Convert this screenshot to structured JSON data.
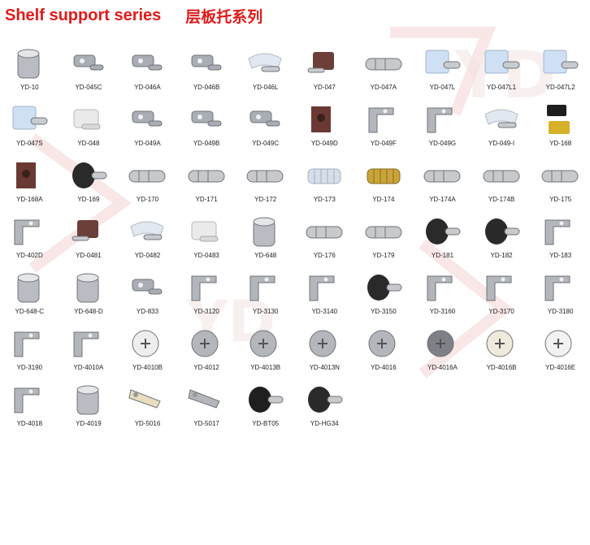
{
  "header": {
    "title_en": "Shelf support series",
    "title_cn": "层板托系列"
  },
  "rows": [
    {
      "items": [
        {
          "code": "YD-10",
          "icon": "metal-tube-icon",
          "color": "#b9bcc2"
        },
        {
          "code": "YD-045C",
          "icon": "pin-clip-icon",
          "color": "#a9adb5"
        },
        {
          "code": "YD-046A",
          "icon": "pin-clip-icon",
          "color": "#a9adb5"
        },
        {
          "code": "YD-046B",
          "icon": "pin-clip-icon",
          "color": "#a9adb5"
        },
        {
          "code": "YD-046L",
          "icon": "clear-support-icon",
          "color": "#dfe6ef"
        },
        {
          "code": "YD-047",
          "icon": "brown-block-icon",
          "color": "#6c3f39"
        },
        {
          "code": "YD-047A",
          "icon": "metal-pin-icon",
          "color": "#c7c9cc"
        },
        {
          "code": "YD-047L",
          "icon": "clear-cube-icon",
          "color": "#cfe0f5"
        },
        {
          "code": "YD-047L1",
          "icon": "clear-cube-icon",
          "color": "#cfe0f5"
        },
        {
          "code": "YD-047L2",
          "icon": "clear-cube-icon",
          "color": "#cfe0f5"
        }
      ]
    },
    {
      "items": [
        {
          "code": "YD-047S",
          "icon": "clear-cube-icon",
          "color": "#cfe0f5"
        },
        {
          "code": "YD-048",
          "icon": "white-clip-icon",
          "color": "#eaeaea"
        },
        {
          "code": "YD-049A",
          "icon": "pin-clip-icon",
          "color": "#a9adb5"
        },
        {
          "code": "YD-049B",
          "icon": "pin-clip-icon",
          "color": "#a9adb5"
        },
        {
          "code": "YD-049C",
          "icon": "pin-clip-icon",
          "color": "#a9adb5"
        },
        {
          "code": "YD-049D",
          "icon": "brown-bracket-icon",
          "color": "#6a3933"
        },
        {
          "code": "YD-049F",
          "icon": "metal-bracket-icon",
          "color": "#b3b6bb"
        },
        {
          "code": "YD-049G",
          "icon": "metal-bracket-icon",
          "color": "#b3b6bb"
        },
        {
          "code": "YD-049-I",
          "icon": "clear-support-icon",
          "color": "#dfe6ef"
        },
        {
          "code": "YD-168",
          "icon": "gold-bracket-icon",
          "color": "#d7b12a"
        }
      ]
    },
    {
      "items": [
        {
          "code": "YD-168A",
          "icon": "brown-bracket-icon",
          "color": "#6a3933"
        },
        {
          "code": "YD-169",
          "icon": "black-screw-icon",
          "color": "#2a2a2a"
        },
        {
          "code": "YD-170",
          "icon": "metal-pin-icon",
          "color": "#c7c9cc"
        },
        {
          "code": "YD-171",
          "icon": "metal-pin-icon",
          "color": "#c7c9cc"
        },
        {
          "code": "YD-172",
          "icon": "metal-pin-icon",
          "color": "#c7c9cc"
        },
        {
          "code": "YD-173",
          "icon": "clear-dowel-icon",
          "color": "#d4dfe9"
        },
        {
          "code": "YD-174",
          "icon": "brass-dowel-icon",
          "color": "#c9a43a"
        },
        {
          "code": "YD-174A",
          "icon": "metal-pin-icon",
          "color": "#c7c9cc"
        },
        {
          "code": "YD-174B",
          "icon": "metal-pin-icon",
          "color": "#c7c9cc"
        },
        {
          "code": "YD-175",
          "icon": "metal-pin-icon",
          "color": "#c7c9cc"
        }
      ]
    },
    {
      "items": [
        {
          "code": "YD-402D",
          "icon": "metal-bracket-icon",
          "color": "#b3b6bb"
        },
        {
          "code": "YD-0481",
          "icon": "brown-block-icon",
          "color": "#6c3f39"
        },
        {
          "code": "YD-0482",
          "icon": "clear-support-icon",
          "color": "#dfe6ef"
        },
        {
          "code": "YD-0483",
          "icon": "white-clip-icon",
          "color": "#eaeaea"
        },
        {
          "code": "YD-648",
          "icon": "metal-tube-icon",
          "color": "#b9bcc2"
        },
        {
          "code": "YD-176",
          "icon": "metal-pin-icon",
          "color": "#c7c9cc"
        },
        {
          "code": "YD-179",
          "icon": "metal-pin-icon",
          "color": "#c7c9cc"
        },
        {
          "code": "YD-181",
          "icon": "black-screw-icon",
          "color": "#2a2a2a"
        },
        {
          "code": "YD-182",
          "icon": "black-screw-icon",
          "color": "#2a2a2a"
        },
        {
          "code": "YD-183",
          "icon": "metal-bracket-icon",
          "color": "#b3b6bb"
        }
      ]
    },
    {
      "items": [
        {
          "code": "YD-648-C",
          "icon": "metal-tube-icon",
          "color": "#b9bcc2"
        },
        {
          "code": "YD-648-D",
          "icon": "metal-tube-icon",
          "color": "#b9bcc2"
        },
        {
          "code": "YD-833",
          "icon": "pin-clip-icon",
          "color": "#a9adb5"
        },
        {
          "code": "YD-3120",
          "icon": "metal-bracket-icon",
          "color": "#b3b6bb"
        },
        {
          "code": "YD-3130",
          "icon": "metal-bracket-icon",
          "color": "#b3b6bb"
        },
        {
          "code": "YD-3140",
          "icon": "metal-bracket-icon",
          "color": "#b3b6bb"
        },
        {
          "code": "YD-3150",
          "icon": "black-screw-icon",
          "color": "#2a2a2a"
        },
        {
          "code": "YD-3160",
          "icon": "metal-bracket-icon",
          "color": "#b3b6bb"
        },
        {
          "code": "YD-3170",
          "icon": "metal-bracket-icon",
          "color": "#b3b6bb"
        },
        {
          "code": "YD-3180",
          "icon": "metal-bracket-icon",
          "color": "#b3b6bb"
        }
      ]
    },
    {
      "items": [
        {
          "code": "YD-3190",
          "icon": "metal-bracket-icon",
          "color": "#b3b6bb"
        },
        {
          "code": "YD-4010A",
          "icon": "metal-bracket-icon",
          "color": "#b3b6bb"
        },
        {
          "code": "YD-4010B",
          "icon": "cam-lock-icon",
          "color": "#eeeeee"
        },
        {
          "code": "YD-4012",
          "icon": "cam-lock-icon",
          "color": "#b3b6bb"
        },
        {
          "code": "YD-4013B",
          "icon": "cam-lock-icon",
          "color": "#b3b6bb"
        },
        {
          "code": "YD-4013N",
          "icon": "cam-lock-icon",
          "color": "#b3b6bb"
        },
        {
          "code": "YD-4016",
          "icon": "cam-lock-icon",
          "color": "#b3b6bb"
        },
        {
          "code": "YD-4016A",
          "icon": "cam-lock-icon",
          "color": "#7f8087"
        },
        {
          "code": "YD-4016B",
          "icon": "cam-lock-icon",
          "color": "#eeeadc"
        },
        {
          "code": "YD-4016E",
          "icon": "cam-lock-icon",
          "color": "#f2f2f2"
        }
      ]
    },
    {
      "items": [
        {
          "code": "YD-4018",
          "icon": "metal-bracket-icon",
          "color": "#b3b6bb"
        },
        {
          "code": "YD-4019",
          "icon": "metal-tube-icon",
          "color": "#b9bcc2"
        },
        {
          "code": "YD-5016",
          "icon": "lever-icon",
          "color": "#e9dfc0"
        },
        {
          "code": "YD-5017",
          "icon": "lever-icon",
          "color": "#b3b6bb"
        },
        {
          "code": "YD-BT05",
          "icon": "black-screw-icon",
          "color": "#1f1f1f"
        },
        {
          "code": "YD-HG34",
          "icon": "black-screw-icon",
          "color": "#2a2a2a"
        }
      ]
    }
  ]
}
